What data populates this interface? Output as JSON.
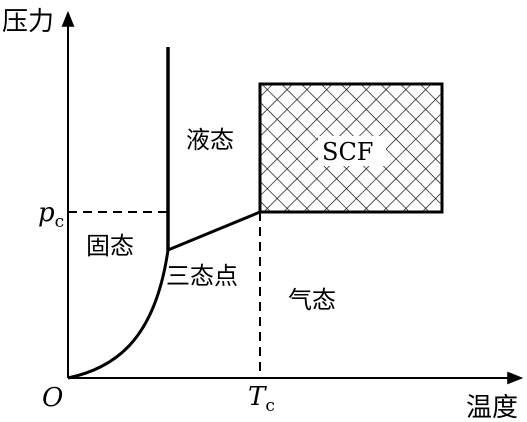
{
  "axes": {
    "y_label": "压力",
    "x_label": "温度",
    "origin": "O"
  },
  "critical": {
    "pressure_symbol": "p",
    "pressure_subscript": "c",
    "temperature_symbol": "T",
    "temperature_subscript": "c"
  },
  "regions": {
    "liquid": "液态",
    "solid": "固态",
    "gas": "气态",
    "triple_point": "三态点",
    "supercritical": "SCF"
  },
  "colors": {
    "ink": "#000000",
    "background": "#ffffff"
  }
}
